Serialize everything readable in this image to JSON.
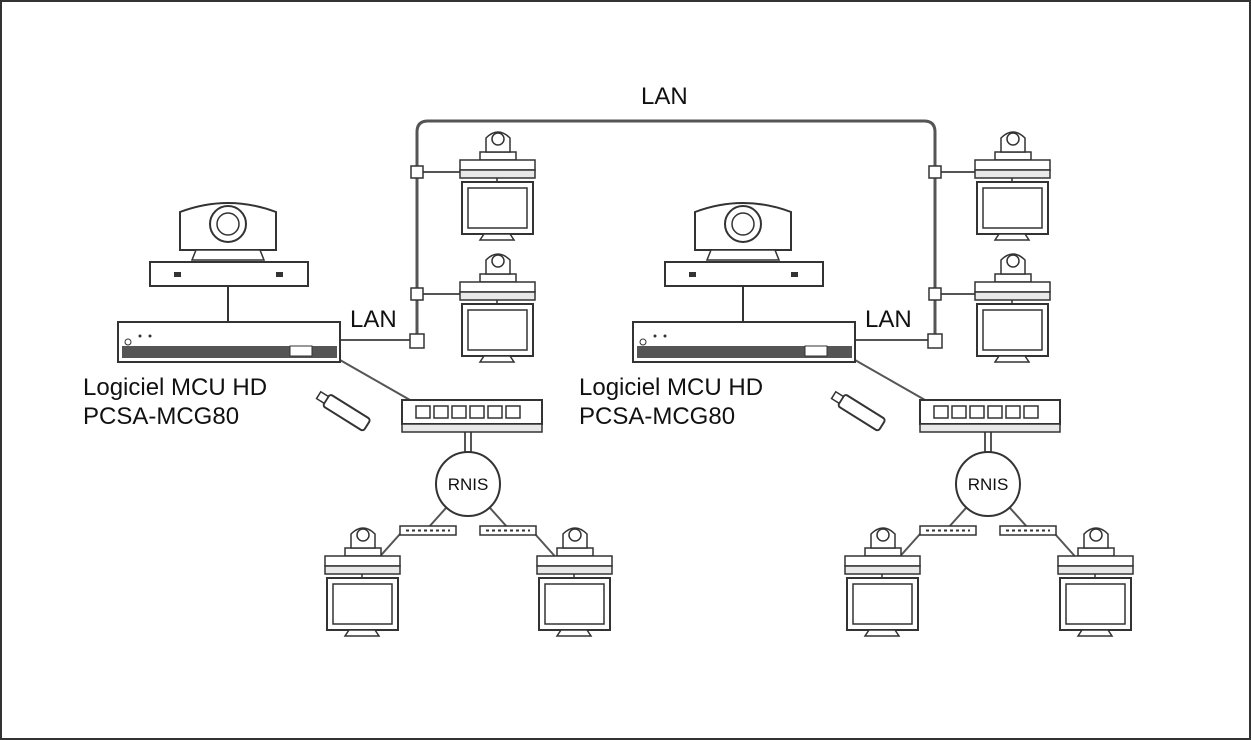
{
  "labels": {
    "lan_top": "LAN",
    "lan_left": "LAN",
    "lan_right": "LAN",
    "left_software_line1": "Logiciel MCU HD",
    "left_software_line2": "PCSA-MCG80",
    "right_software_line1": "Logiciel MCU HD",
    "right_software_line2": "PCSA-MCG80",
    "isdn_left": "RNIS",
    "isdn_right": "RNIS"
  }
}
